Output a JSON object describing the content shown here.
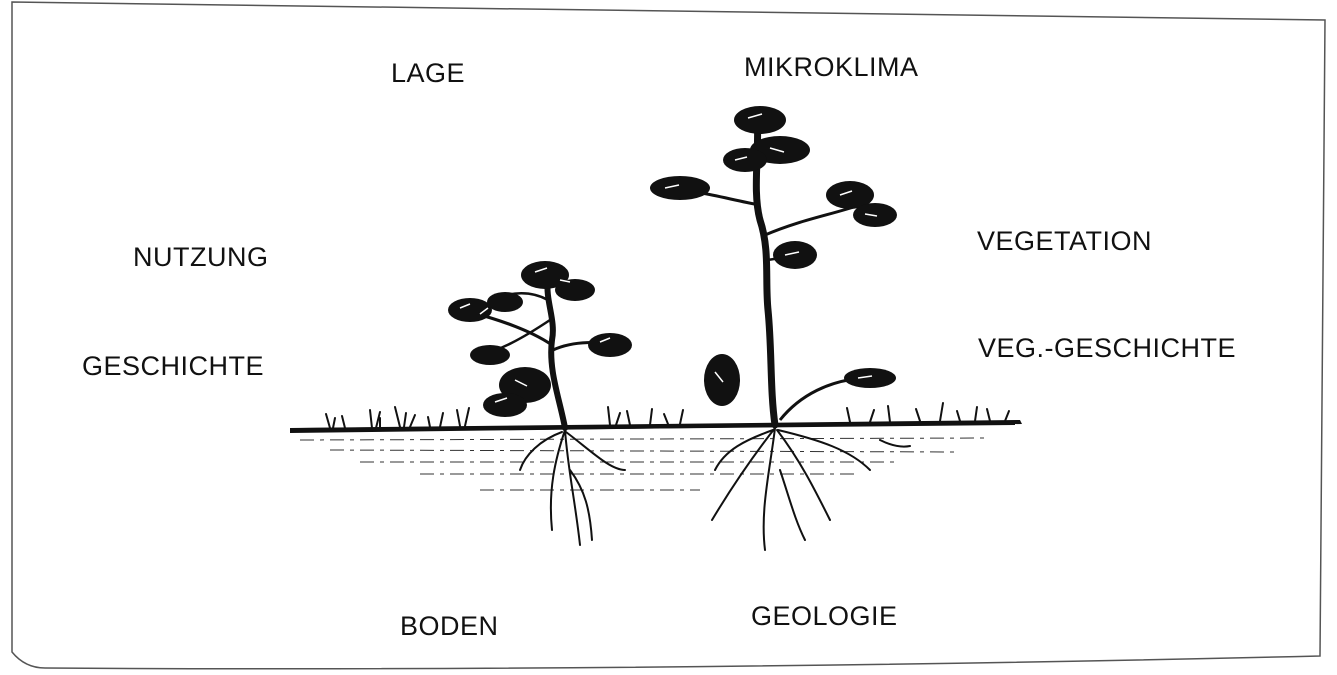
{
  "labels": {
    "lage": "LAGE",
    "mikroklima": "MIKROKLIMA",
    "nutzung": "NUTZUNG",
    "vegetation": "VEGETATION",
    "geschichte": "GESCHICHTE",
    "veg_geschichte": "VEG.-GESCHICHTE",
    "boden": "BODEN",
    "geologie": "GEOLOGIE"
  },
  "colors": {
    "ink": "#111111",
    "paper": "#ffffff",
    "frame": "#555555"
  }
}
